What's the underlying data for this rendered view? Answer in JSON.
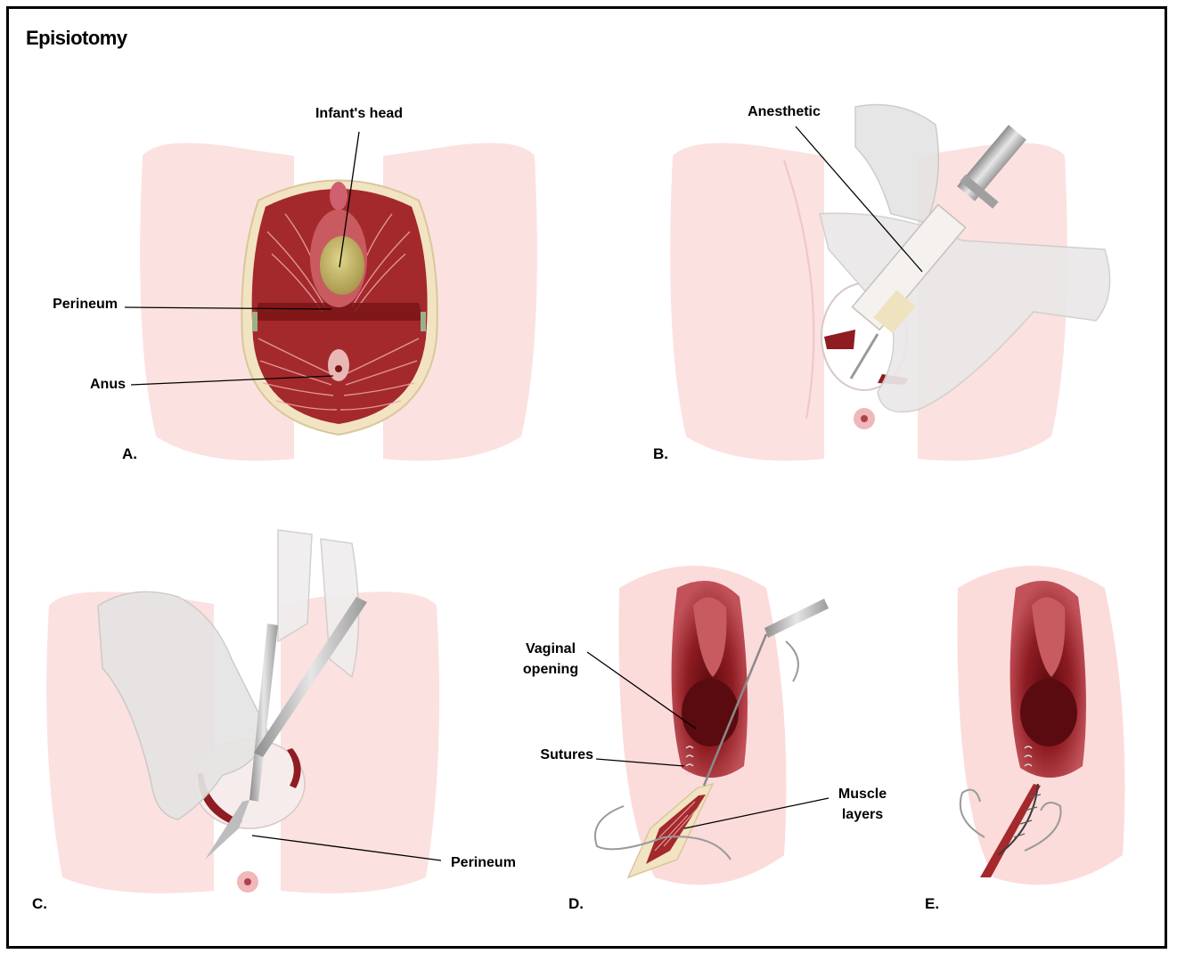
{
  "title": "Episiotomy",
  "panels": {
    "a": {
      "letter": "A.",
      "labels": {
        "infants_head": "Infant's head",
        "perineum": "Perineum",
        "anus": "Anus"
      }
    },
    "b": {
      "letter": "B.",
      "labels": {
        "anesthetic": "Anesthetic"
      }
    },
    "c": {
      "letter": "C.",
      "labels": {
        "perineum": "Perineum"
      }
    },
    "d": {
      "letter": "D.",
      "labels": {
        "vaginal_opening_1": "Vaginal",
        "vaginal_opening_2": "opening",
        "sutures": "Sutures",
        "muscle_layers_1": "Muscle",
        "muscle_layers_2": "layers"
      }
    },
    "e": {
      "letter": "E."
    }
  },
  "colors": {
    "skin": "#fbe3e2",
    "muscle": "#9b2325",
    "deep": "#5a0b10",
    "fat": "#f2e4c2",
    "head": "#c8b96a",
    "glove": "#e8e6e6"
  }
}
